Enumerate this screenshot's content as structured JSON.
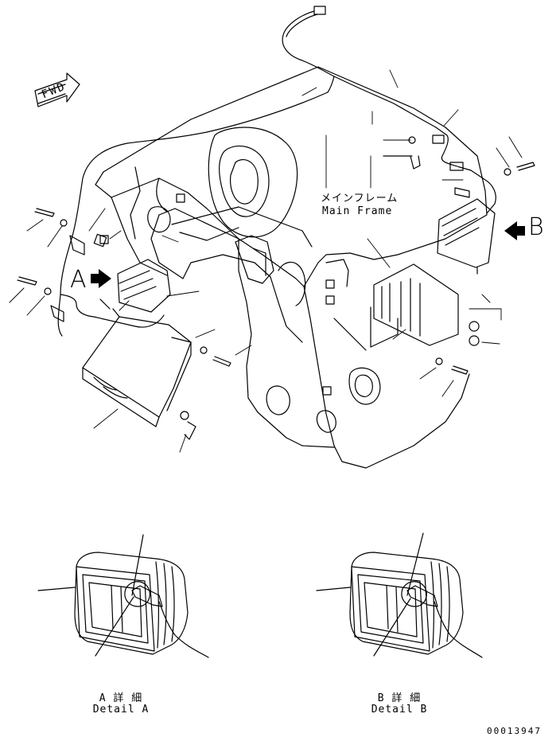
{
  "fwd_label": "FWD",
  "main_frame": {
    "jp": "メインフレーム",
    "en": "Main Frame"
  },
  "callouts": {
    "a": "A",
    "b": "B"
  },
  "details": {
    "a": {
      "jp": "A 詳 細",
      "en": "Detail A"
    },
    "b": {
      "jp": "B 詳 細",
      "en": "Detail B"
    }
  },
  "drawing_number": "00013947"
}
